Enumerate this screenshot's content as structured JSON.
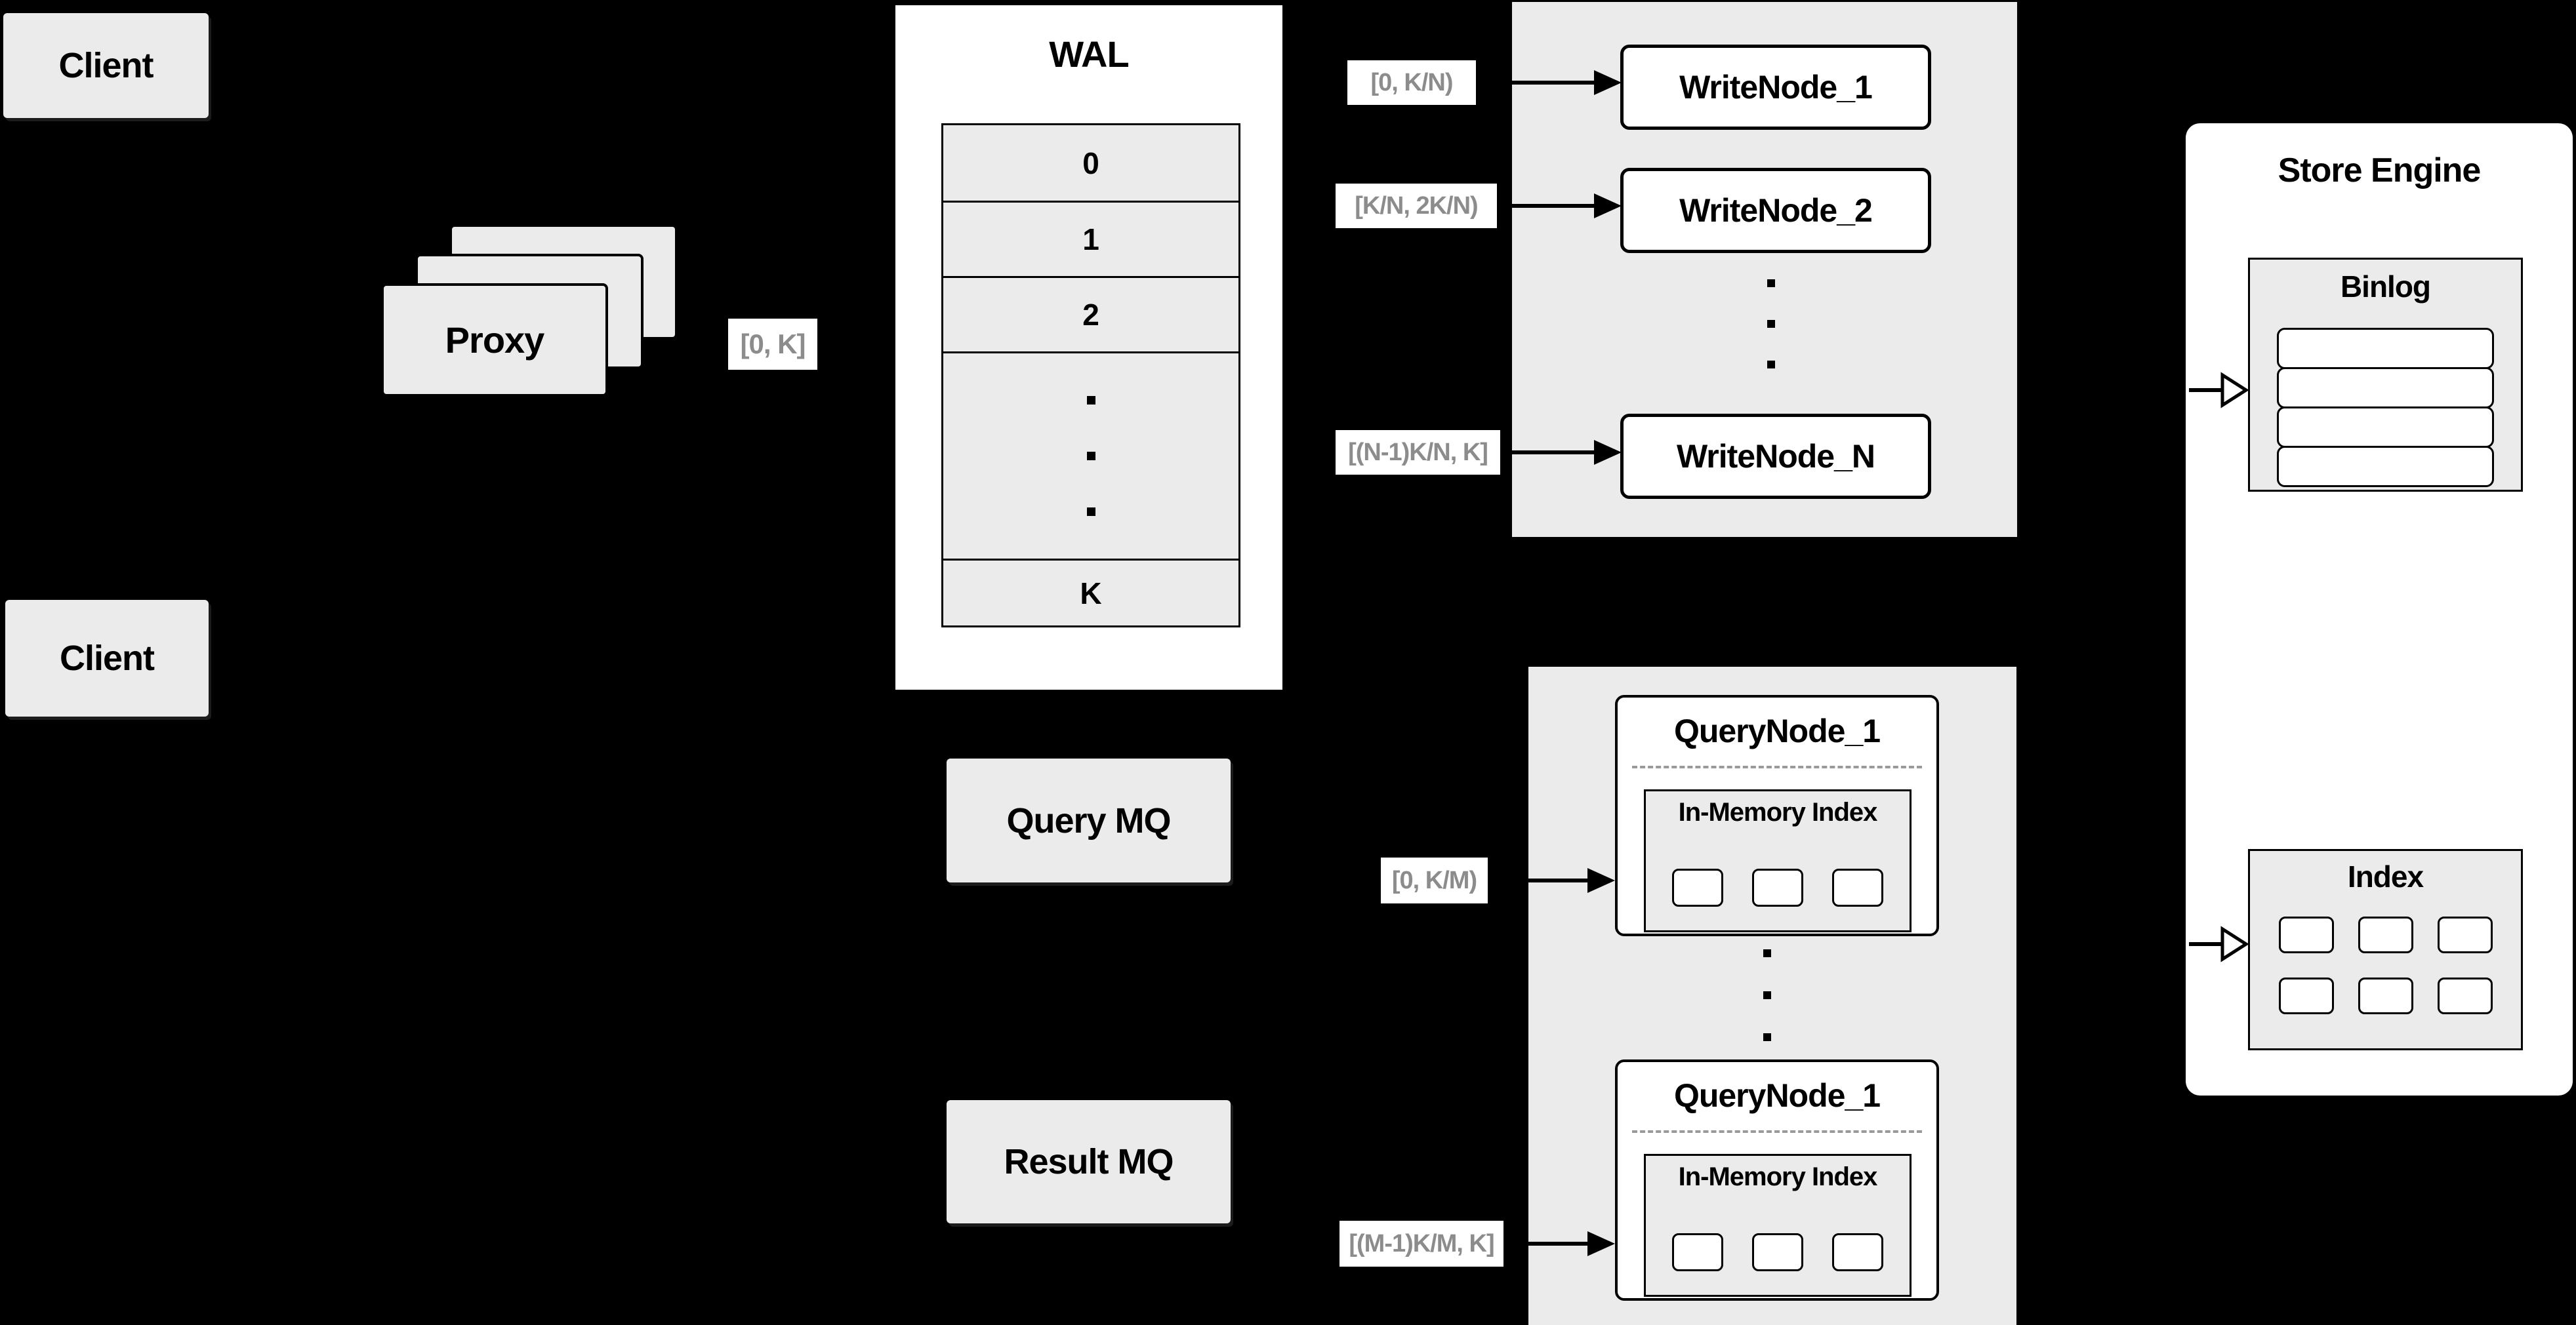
{
  "colors": {
    "background": "#000000",
    "panel_gray": "#ebebeb",
    "box_white": "#ffffff",
    "border_black": "#000000",
    "range_label_text": "#8c8c8c"
  },
  "clients": {
    "top": "Client",
    "bottom": "Client"
  },
  "proxy": {
    "label": "Proxy",
    "range": "[0, K]"
  },
  "wal": {
    "title": "WAL",
    "rows": [
      "0",
      "1",
      "2"
    ],
    "row_k": "K"
  },
  "write_cluster": {
    "nodes": [
      {
        "label": "WriteNode_1",
        "range": "[0,  K/N)"
      },
      {
        "label": "WriteNode_2",
        "range": "[K/N, 2K/N)"
      },
      {
        "label": "WriteNode_N",
        "range": "[(N-1)K/N,  K]"
      }
    ]
  },
  "store_engine": {
    "title": "Store Engine",
    "binlog_title": "Binlog",
    "index_title": "Index"
  },
  "mq": {
    "query": "Query MQ",
    "result": "Result MQ"
  },
  "query_cluster": {
    "nodes": [
      {
        "label": "QueryNode_1",
        "inner_title": "In-Memory Index",
        "range": "[0, K/M)"
      },
      {
        "label": "QueryNode_1",
        "inner_title": "In-Memory Index",
        "range": "[(M-1)K/M, K]"
      }
    ]
  }
}
